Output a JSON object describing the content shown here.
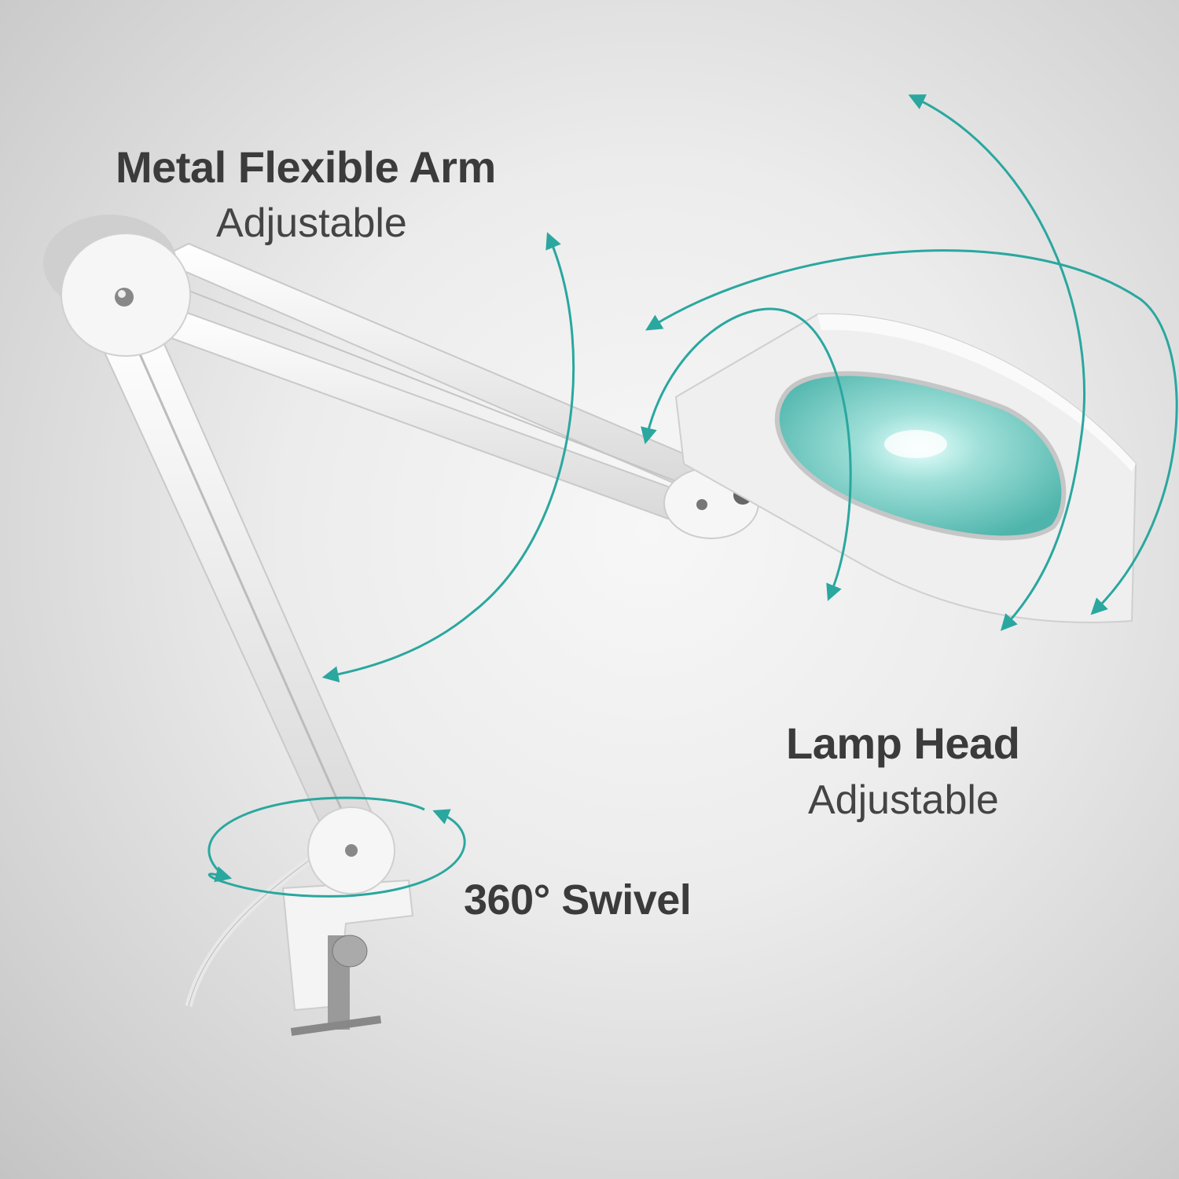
{
  "labels": {
    "arm": {
      "title": "Metal Flexible Arm",
      "subtitle": "Adjustable"
    },
    "head": {
      "title": "Lamp Head",
      "subtitle": "Adjustable"
    },
    "swivel": {
      "title": "360° Swivel"
    }
  },
  "colors": {
    "accent": "#2aa79f",
    "text": "#3b3b3b",
    "lamp_body": "#f4f4f4",
    "lens": "#8fd6cf"
  }
}
